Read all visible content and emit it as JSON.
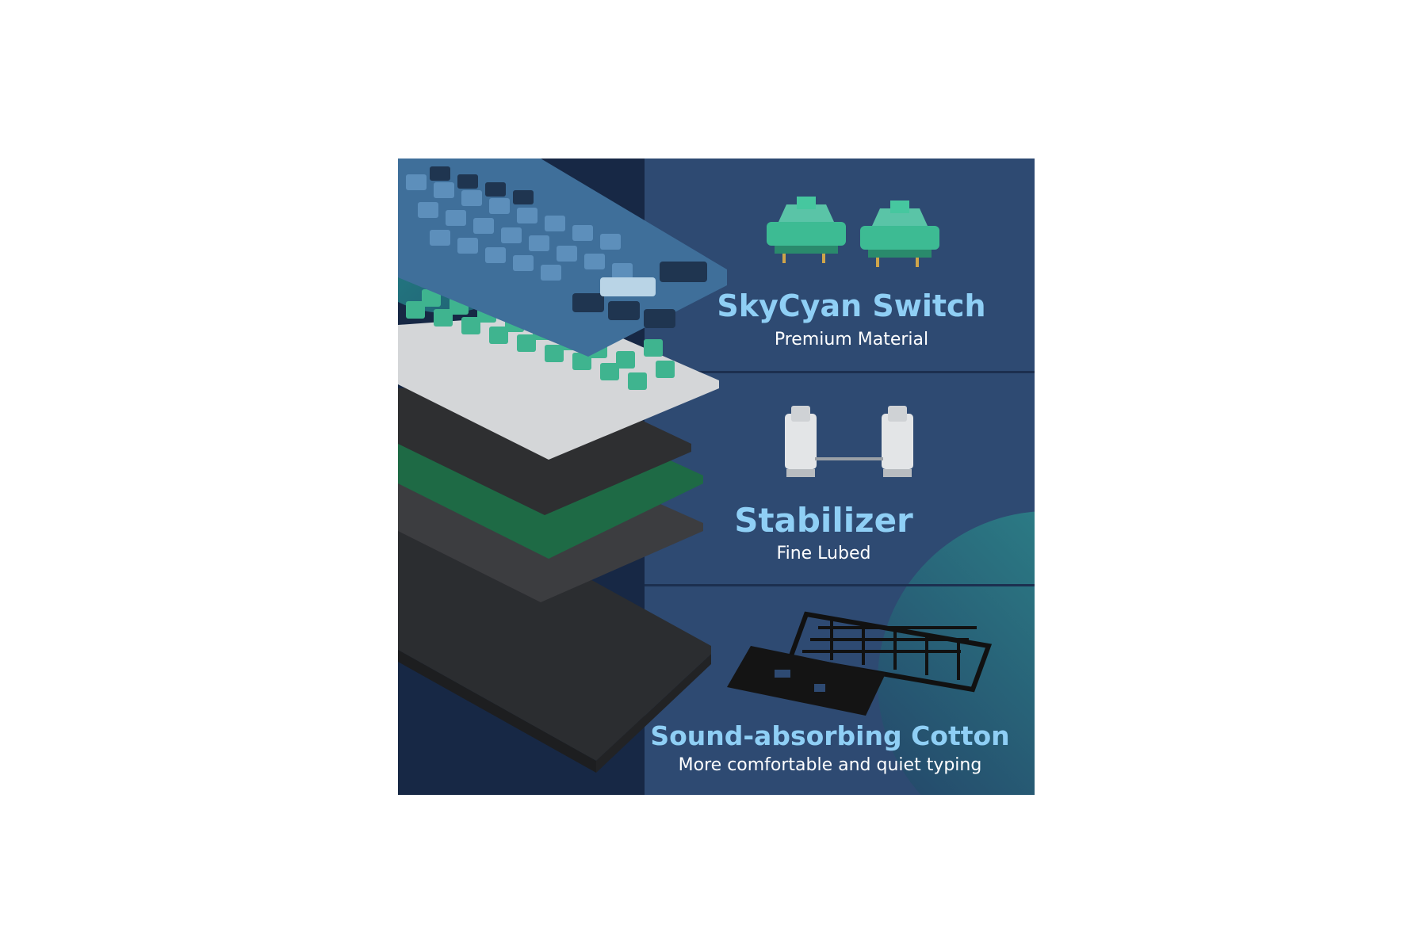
{
  "sections": [
    {
      "title": "SkyCyan Switch",
      "subtitle": "Premium Material",
      "icon": "switch-icon"
    },
    {
      "title": "Stabilizer",
      "subtitle": "Fine Lubed",
      "icon": "stabilizer-icon"
    },
    {
      "title": "Sound-absorbing Cotton",
      "subtitle": "More comfortable and quiet typing",
      "icon": "cotton-foam-icon"
    }
  ],
  "colors": {
    "panel_dark": "#172845",
    "panel_right": "#2e4a72",
    "teal": "#2f8f8b",
    "title_blue": "#8fcff5",
    "switch_green": "#4fc5a0"
  }
}
